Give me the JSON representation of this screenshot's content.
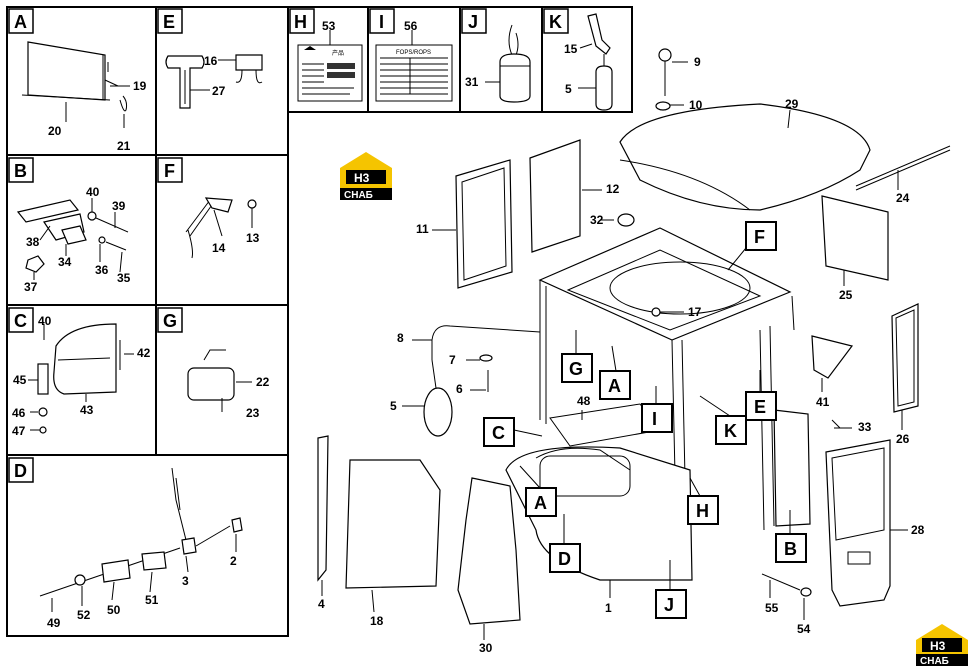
{
  "panels": {
    "A": {
      "letter": "A",
      "parts": [
        "20",
        "19",
        "21"
      ]
    },
    "E": {
      "letter": "E",
      "parts": [
        "16",
        "27"
      ]
    },
    "H": {
      "letter": "H",
      "parts": [
        "53"
      ]
    },
    "I": {
      "letter": "I",
      "parts": [
        "56"
      ]
    },
    "J": {
      "letter": "J",
      "parts": [
        "31"
      ]
    },
    "K": {
      "letter": "K",
      "parts": [
        "15",
        "5"
      ]
    },
    "B": {
      "letter": "B",
      "parts": [
        "40",
        "39",
        "38",
        "34",
        "36",
        "35",
        "37"
      ]
    },
    "F": {
      "letter": "F",
      "parts": [
        "14",
        "13"
      ]
    },
    "C": {
      "letter": "C",
      "parts": [
        "40",
        "42",
        "45",
        "43",
        "46",
        "47"
      ]
    },
    "G": {
      "letter": "G",
      "parts": [
        "22",
        "23"
      ]
    },
    "D": {
      "letter": "D",
      "parts": [
        "2",
        "3",
        "49",
        "52",
        "50",
        "51"
      ]
    }
  },
  "main_parts": [
    "9",
    "10",
    "29",
    "12",
    "24",
    "11",
    "32",
    "25",
    "8",
    "17",
    "7",
    "6",
    "5",
    "48",
    "41",
    "26",
    "33",
    "4",
    "18",
    "30",
    "1",
    "28",
    "55",
    "54"
  ],
  "callouts": [
    "F",
    "G",
    "A",
    "I",
    "E",
    "K",
    "C",
    "A",
    "H",
    "D",
    "J",
    "B"
  ],
  "logo": {
    "mark": "H3",
    "text": "CHAБ"
  },
  "plate_texts": {
    "h_header": "产品",
    "i_header": "FOPS/ROPS"
  }
}
